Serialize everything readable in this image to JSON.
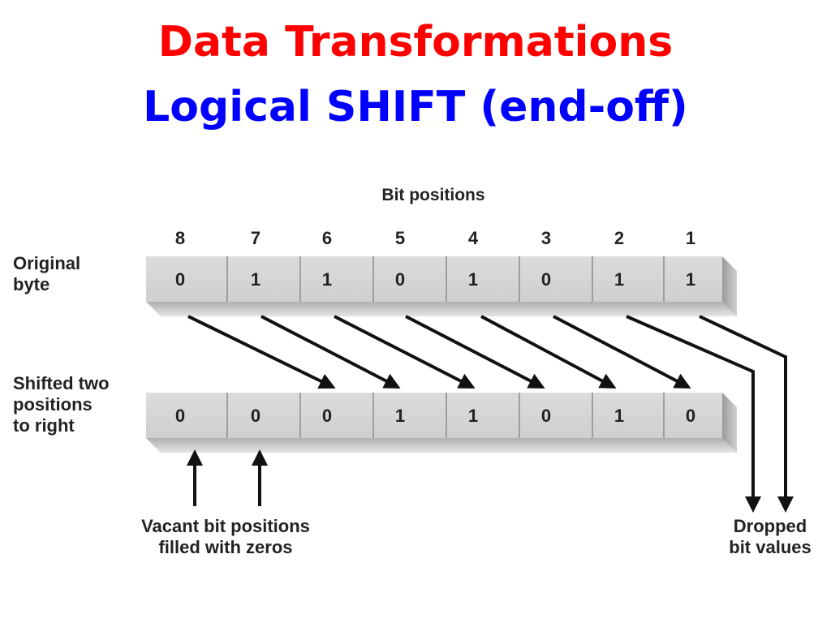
{
  "title": "Data Transformations",
  "subtitle": "Logical SHIFT (end-off)",
  "diagram": {
    "heading": "Bit positions",
    "positions": [
      "8",
      "7",
      "6",
      "5",
      "4",
      "3",
      "2",
      "1"
    ],
    "original": {
      "label": [
        "Original",
        "byte"
      ],
      "bits": [
        "0",
        "1",
        "1",
        "0",
        "1",
        "0",
        "1",
        "1"
      ]
    },
    "shifted": {
      "label": [
        "Shifted two",
        "positions",
        "to right"
      ],
      "bits": [
        "0",
        "0",
        "0",
        "1",
        "1",
        "0",
        "1",
        "0"
      ]
    },
    "vacant_note": [
      "Vacant bit positions",
      "filled with zeros"
    ],
    "dropped_note": [
      "Dropped",
      "bit values"
    ]
  }
}
